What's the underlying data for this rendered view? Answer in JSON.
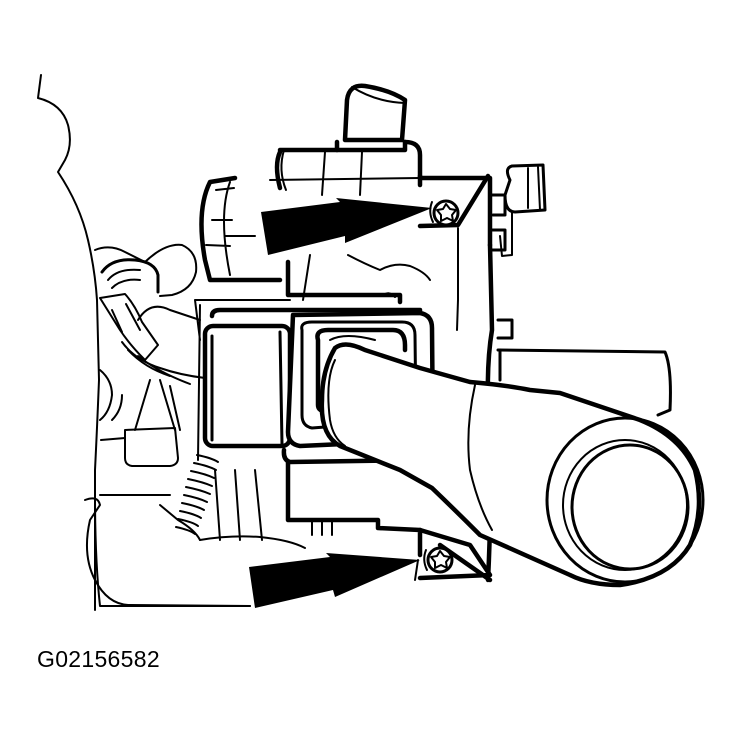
{
  "figure": {
    "id_label": "G02156582",
    "subject": "steering column combination switch",
    "callouts": [
      {
        "type": "arrow",
        "target": "upper mounting screw (Torx)",
        "direction": "right"
      },
      {
        "type": "arrow",
        "target": "lower mounting screw (Torx)",
        "direction": "right"
      }
    ],
    "colors": {
      "line": "#000000",
      "background": "#ffffff"
    }
  }
}
